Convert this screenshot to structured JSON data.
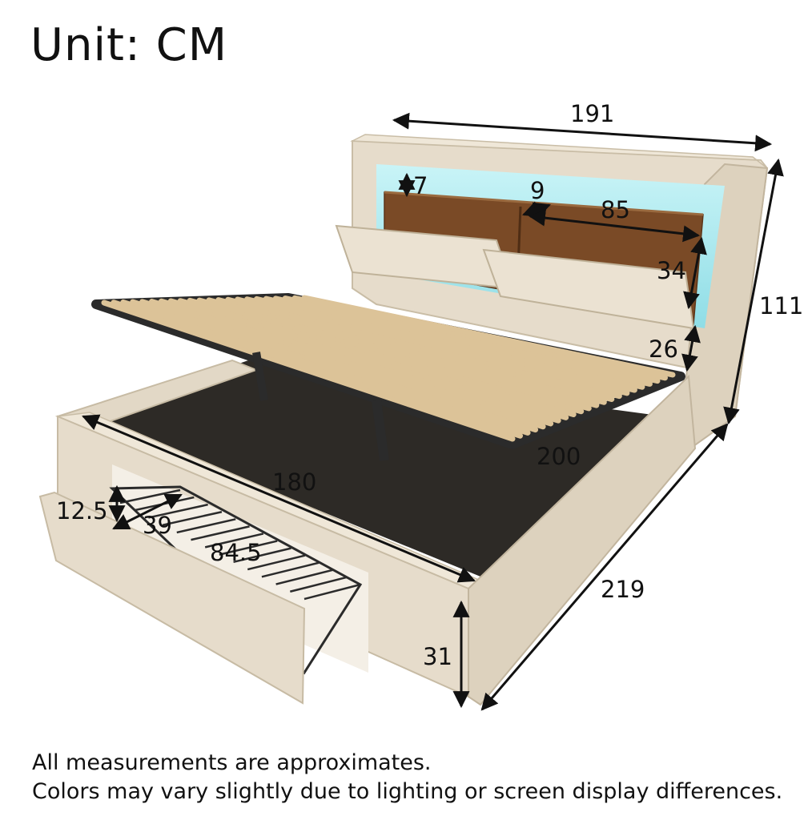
{
  "title": "Unit: CM",
  "colors": {
    "fabric": "#e6dccb",
    "fabric_shadow": "#cfc3ad",
    "wood": "#7a4a26",
    "led": "#9fe6ee",
    "slat": "#dcc398",
    "metal": "#2b2b2b",
    "arrow": "#111111"
  },
  "dimensions": {
    "headboard_width": "191",
    "headboard_height": "111",
    "bed_length": "219",
    "inner_width": "180",
    "slat_length": "200",
    "shelf_gap": "7",
    "shelf_depth": "9",
    "shelf_width": "85",
    "flap_height": "34",
    "lift_height": "26",
    "drawer_height": "12.5",
    "drawer_depth": "39",
    "drawer_width": "84.5",
    "frame_height": "31"
  },
  "notes": {
    "line1": "All measurements are approximates.",
    "line2": "Colors may vary slightly due to lighting or screen display differences."
  }
}
